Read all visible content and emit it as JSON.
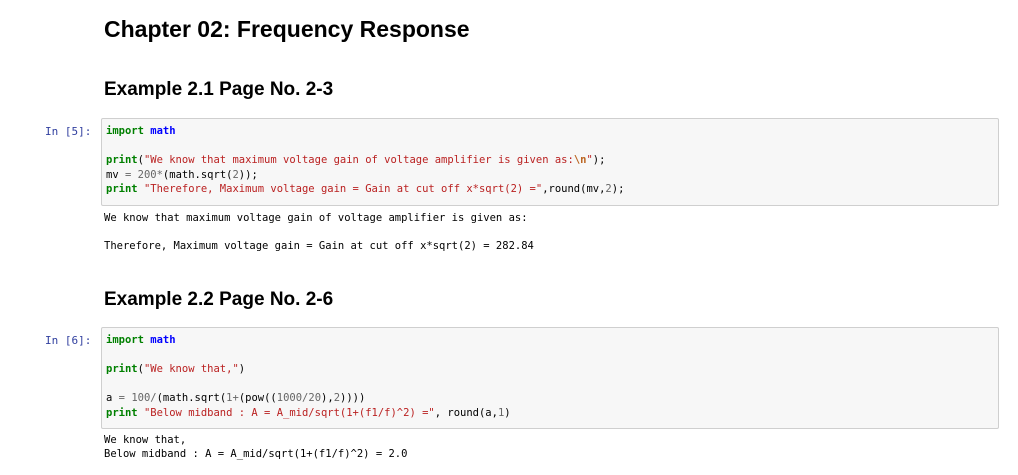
{
  "chapter_title": "Chapter 02: Frequency Response",
  "examples": [
    {
      "heading": "Example 2.1 Page No. 2-3",
      "prompt": "In [5]:",
      "code": {
        "line1": {
          "kw": "import",
          "module": "math"
        },
        "line2": {
          "fn": "print",
          "open": "(",
          "str": "\"We know that maximum voltage gain of voltage amplifier is given as:",
          "esc": "\\n",
          "str_end": "\"",
          "close": ");"
        },
        "line3": {
          "a": "mv ",
          "eq": "=",
          "b": " ",
          "num": "200",
          "op": "*",
          "c": "(math.sqrt(",
          "num2": "2",
          "d": "));"
        },
        "line4": {
          "kw": "print",
          "sp": " ",
          "str": "\"Therefore, Maximum voltage gain = Gain at cut off x*sqrt(2) =\"",
          "rest": ",round(mv,",
          "num": "2",
          "end": ");"
        }
      },
      "output": [
        "We know that maximum voltage gain of voltage amplifier is given as:",
        "",
        "Therefore, Maximum voltage gain = Gain at cut off x*sqrt(2) = 282.84"
      ]
    },
    {
      "heading": "Example 2.2 Page No. 2-6",
      "prompt": "In [6]:",
      "code": {
        "line1": {
          "kw": "import",
          "module": "math"
        },
        "line2": {
          "fn": "print",
          "open": "(",
          "str": "\"We know that,\"",
          "close": ")"
        },
        "line3": {
          "a": "a ",
          "eq": "=",
          "sp": " ",
          "num": "100",
          "op": "/",
          "b": "(math.sqrt(",
          "num2": "1",
          "op2": "+",
          "c": "(pow((",
          "num3": "1000",
          "op3": "/",
          "num4": "20",
          "d": "),",
          "num5": "2",
          "e": "))))"
        },
        "line4": {
          "kw": "print",
          "sp": " ",
          "str": "\"Below midband : A = A_mid/sqrt(1+(f1/f)^2) =\"",
          "rest": ", round(a,",
          "num": "1",
          "end": ")"
        }
      },
      "output": [
        "We know that,",
        "Below midband : A = A_mid/sqrt(1+(f1/f)^2) = 2.0"
      ]
    }
  ]
}
